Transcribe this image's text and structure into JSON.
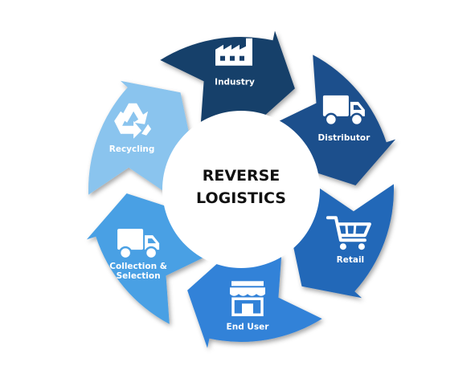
{
  "diagram": {
    "center": {
      "line1": "REVERSE",
      "line2": "LOGISTICS"
    },
    "segments": [
      {
        "id": "industry",
        "lines": [
          "Industry"
        ],
        "icon": "factory-icon",
        "color": "#173f6b"
      },
      {
        "id": "distributor",
        "lines": [
          "Distributor"
        ],
        "icon": "truck-icon",
        "color": "#1d4f8c"
      },
      {
        "id": "retail",
        "lines": [
          "Retail"
        ],
        "icon": "shopping-cart-icon",
        "color": "#2168b8"
      },
      {
        "id": "end-user",
        "lines": [
          "End User"
        ],
        "icon": "storefront-icon",
        "color": "#3182d8"
      },
      {
        "id": "collection",
        "lines": [
          "Collection &",
          "Selection"
        ],
        "icon": "delivery-truck-icon",
        "color": "#4aa0e4"
      },
      {
        "id": "recycling",
        "lines": [
          "Recycling"
        ],
        "icon": "recycle-icon",
        "color": "#8ac4ee"
      }
    ]
  }
}
